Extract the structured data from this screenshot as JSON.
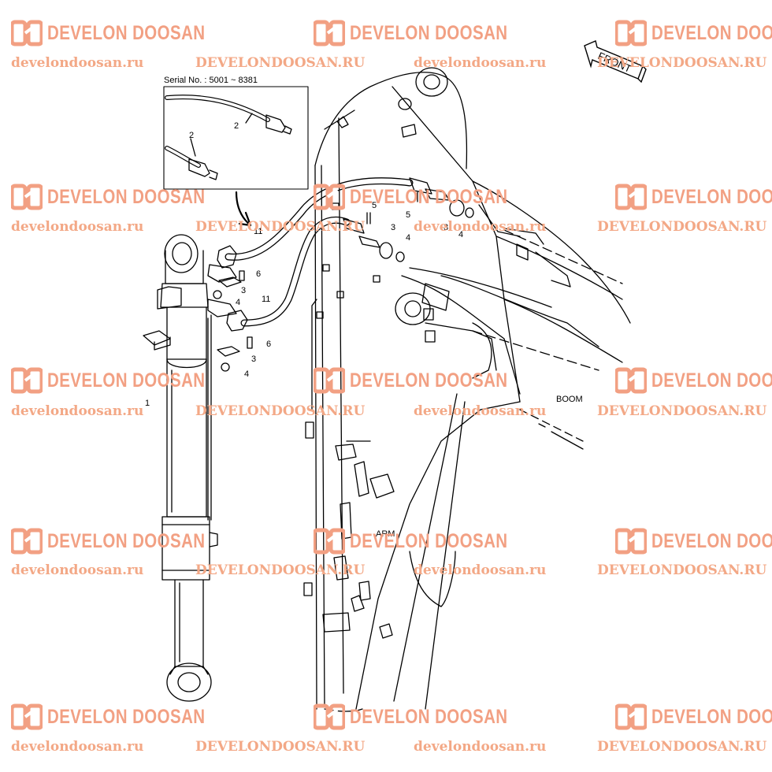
{
  "watermark": {
    "brand": "DEVELON DOOSAN",
    "url_lower": "develondoosan.ru",
    "url_upper": "DEVELONDOOSAN.RU",
    "brand_color": "#f2a083"
  },
  "diagram": {
    "serial_note": "Serial No. : 5001 ~ 8381",
    "direction_label": "FRONT",
    "section_labels": {
      "boom": "BOOM",
      "arm": "ARM"
    },
    "callouts": [
      "1",
      "2",
      "2",
      "3",
      "3",
      "3",
      "3",
      "4",
      "4",
      "4",
      "4",
      "5",
      "5",
      "6",
      "6",
      "11",
      "11"
    ]
  }
}
